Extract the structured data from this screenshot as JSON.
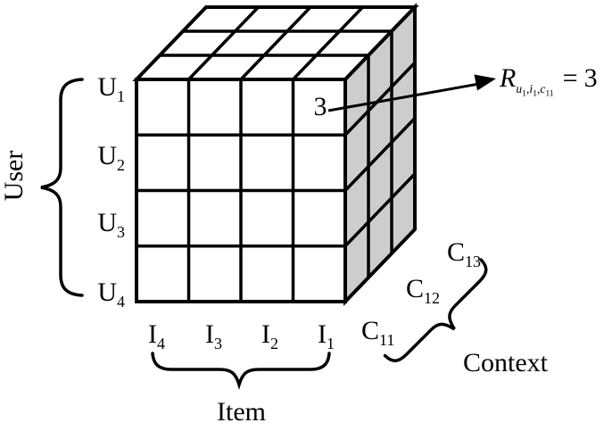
{
  "cube": {
    "rows": 4,
    "cols": 4,
    "layers": 3,
    "highlighted_cell_value": "3"
  },
  "axes": {
    "user": {
      "label": "User",
      "ticks": [
        {
          "base": "U",
          "sub": "1"
        },
        {
          "base": "U",
          "sub": "2"
        },
        {
          "base": "U",
          "sub": "3"
        },
        {
          "base": "U",
          "sub": "4"
        }
      ]
    },
    "item": {
      "label": "Item",
      "ticks": [
        {
          "base": "I",
          "sub": "4"
        },
        {
          "base": "I",
          "sub": "3"
        },
        {
          "base": "I",
          "sub": "2"
        },
        {
          "base": "I",
          "sub": "1"
        }
      ]
    },
    "context": {
      "label": "Context",
      "ticks": [
        {
          "base": "C",
          "sub": "11"
        },
        {
          "base": "C",
          "sub": "12"
        },
        {
          "base": "C",
          "sub": "13"
        }
      ]
    }
  },
  "annotation": {
    "formula": {
      "R": "R",
      "u": "u",
      "u_idx": "1",
      "comma1": ",",
      "i": "i",
      "i_idx": "1",
      "comma2": ",",
      "c": "c",
      "c_idx": "11",
      "equals": "=",
      "value": "3"
    }
  },
  "colors": {
    "line": "#000000",
    "side_face_fill": "#cdcdcd",
    "face_fill": "#ffffff",
    "background": "#ffffff",
    "text": "#000000"
  }
}
